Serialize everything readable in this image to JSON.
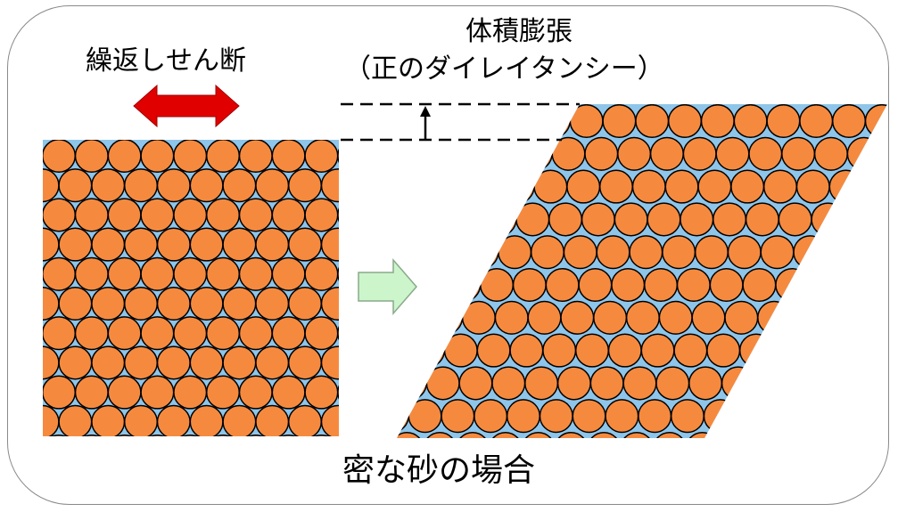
{
  "labels": {
    "cyclic_shear": "繰返しせん断",
    "volume_expansion": "体積膨張",
    "positive_dilatancy": "（正のダイレイタンシー）",
    "dense_sand_case": "密な砂の場合"
  },
  "colors": {
    "particle": "#f58a3f",
    "pore": "#8ec5ea",
    "shear_arrow": "#e00000",
    "process_arrow_fill": "#ccf5cc",
    "process_arrow_stroke": "#8aaa8a",
    "frame": "#8a8a8a"
  },
  "icons": {
    "shear": "double-headed-arrow-icon",
    "process": "right-arrow-icon",
    "expansion": "up-arrow-icon"
  }
}
